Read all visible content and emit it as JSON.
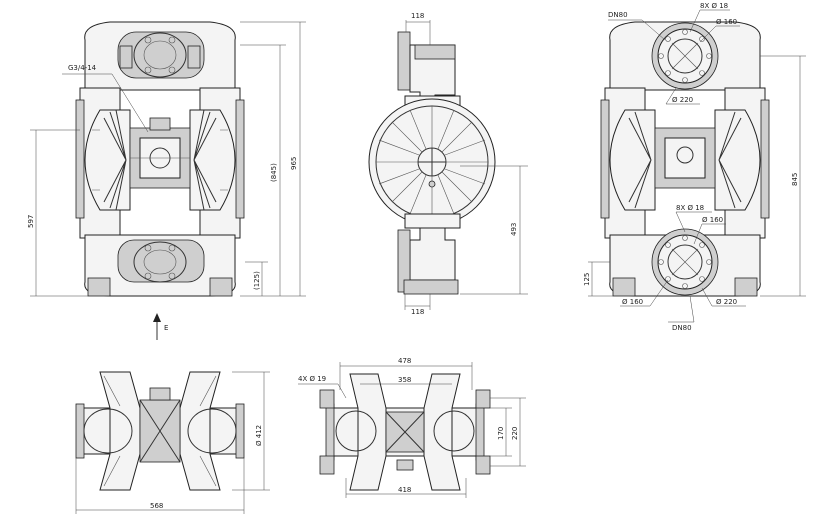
{
  "views": {
    "front": {
      "thread_label": "G3/4-14",
      "dim_total_height": "965",
      "dim_port_height": "(845)",
      "dim_base_height": "(125)",
      "dim_center_height": "597",
      "arrow_label": "E"
    },
    "side": {
      "dim_top_width": "118",
      "dim_bottom_width": "118",
      "dim_height": "493"
    },
    "rear": {
      "top_flange": "DN80",
      "top_bolts": "8X Ø 18",
      "top_pcd": "Ø 160",
      "top_od": "Ø 220",
      "bottom_bolts": "8X Ø 18",
      "bottom_hole": "Ø 160",
      "bottom_pcd": "Ø 160",
      "bottom_od": "Ø 220",
      "bottom_flange": "DN80",
      "dim_height": "845",
      "dim_base": "125"
    },
    "top": {
      "dim_width": "568",
      "dim_depth": "Ø 412"
    },
    "bottom": {
      "holes": "4X Ø 19",
      "dim_overall": "478",
      "dim_inner": "358",
      "dim_base": "418",
      "dim_170": "170",
      "dim_220": "220"
    }
  }
}
